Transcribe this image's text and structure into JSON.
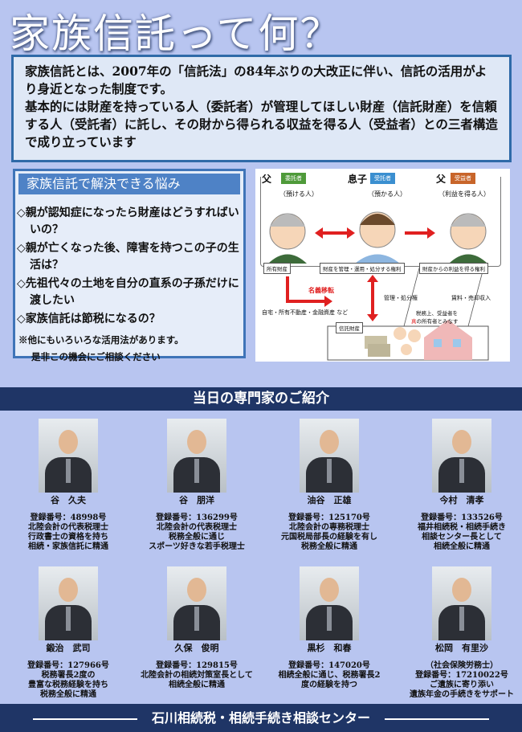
{
  "title": "家族信託って何？",
  "intro": {
    "lines": [
      "家族信託とは、2007年の「信託法」の84年ぶりの大改正に伴い、信託の活用がより身近となった制度です。",
      "基本的には財産を持っている人（委託者）が管理してほしい財産（信託財産）を信頼する人（受託者）に託し、その財から得られる収益を得る人（受益者）との三者構造で成り立っています"
    ]
  },
  "worries": {
    "heading": "家族信託で解決できる悩み",
    "items": [
      "◇親が認知症になったら財産はどうすればいいの？",
      "◇親が亡くなった後、障害を持つこの子の生活は？",
      "◇先祖代々の土地を自分の直系の子孫だけに渡したい",
      "◇家族信託は節税になるの？"
    ],
    "note1": "※他にもいろいろな活用法があります。",
    "note2": "是非この機会にご相談ください"
  },
  "diagram": {
    "father1": "父",
    "tag1": "委託者",
    "sub1": "（預ける人）",
    "son": "息子",
    "tag2": "受託者",
    "sub2": "（預かる人）",
    "father2": "父",
    "tag3": "受益者",
    "sub3": "（利益を得る人）",
    "box1": "所有財産",
    "box2": "財産を管理・運用・処分する権利",
    "box3": "財産からの利益を得る権利",
    "transfer": "名義移転",
    "assets": "自宅・所有不動産・金融資産 など",
    "mgmt": "管理・処分権",
    "income": "賃料・売却収入",
    "tax1": "税務上、受益者を",
    "tax2_red": "真",
    "tax2": "の所有者とみなす",
    "trust": "信託財産",
    "colors": {
      "tag1": "#4f9a3a",
      "tag2": "#3b8fd0",
      "tag3": "#c8652a",
      "arrow": "#e02020"
    }
  },
  "experts_heading": "当日の専門家のご紹介",
  "experts": [
    {
      "name": "谷　久夫",
      "lines": [
        "登録番号：48998号",
        "北陸会計の代表税理士",
        "行政書士の資格を持ち",
        "相続・家族信託に精通"
      ]
    },
    {
      "name": "谷　朋洋",
      "lines": [
        "登録番号：136299号",
        "北陸会計の代表税理士",
        "税務全般に通じ",
        "スポーツ好きな若手税理士"
      ]
    },
    {
      "name": "油谷　正雄",
      "lines": [
        "登録番号：125170号",
        "北陸会計の専務税理士",
        "元国税局部長の経験を有し",
        "税務全般に精通"
      ]
    },
    {
      "name": "今村　清孝",
      "lines": [
        "登録番号：133526号",
        "福井相続税・相続手続き",
        "相談センター長として",
        "相続全般に精通"
      ]
    },
    {
      "name": "鍛治　武司",
      "lines": [
        "登録番号：127966号",
        "税務署長2度の",
        "豊富な税務経験を持ち",
        "税務全般に精通"
      ]
    },
    {
      "name": "久保　俊明",
      "lines": [
        "登録番号：129815号",
        "北陸会計の相続対策室長として",
        "相続全般に精通"
      ]
    },
    {
      "name": "黒杉　和春",
      "lines": [
        "登録番号：147020号",
        "相続全般に通じ、税務署長2",
        "度の経験を持つ"
      ]
    },
    {
      "name": "松岡　有里沙",
      "lines": [
        "（社会保険労務士）",
        "登録番号：17210022号",
        "ご遺族に寄り添い",
        "遺族年金の手続きをサポート"
      ]
    }
  ],
  "footer": "石川相続税・相続手続き相談センター"
}
